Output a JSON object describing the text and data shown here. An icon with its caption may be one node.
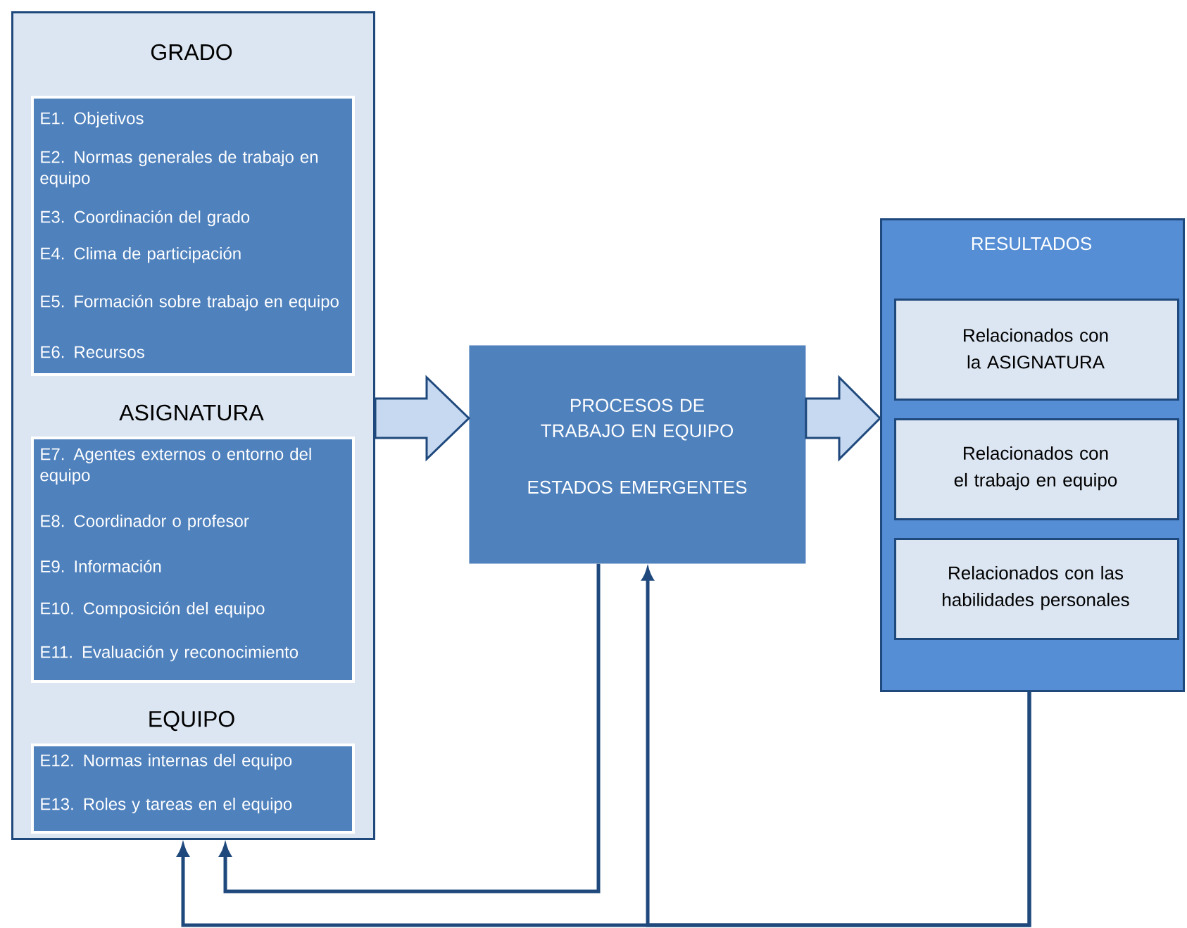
{
  "diagram": {
    "nodes": [
      {
        "text": [],
        "shape": "box"
      },
      {
        "text": [
          "GRADO",
          "E1. Objetivos",
          "E2. Normas generales de trabajo en equipo",
          "E3. Coordinación del grado",
          "E4.  Clima de participación",
          "E5. Formación sobre trabajo en equipo",
          "E6. Recursos"
        ],
        "in": 0
      },
      {
        "text": [
          "ASIGNATURA",
          "E7. Agentes externos o entorno del equipo",
          "E8.  Coordinador o profesor",
          "E9. Información",
          "E10.  Composición del equipo",
          "E11. Evaluación y reconocimiento"
        ],
        "in": 0
      },
      {
        "text": [
          "EQUIPO",
          "E12. Normas internas del equipo",
          "E13. Roles y tareas en el equipo"
        ],
        "in": 0
      },
      {
        "text": [
          "PROCESOS DE TRABAJO EN EQUIPO",
          "ESTADOS EMERGENTES"
        ]
      },
      {
        "text": [
          "RESULTADOS"
        ]
      },
      {
        "text": [
          "Relacionados con la ASIGNATURA"
        ],
        "in": 5
      },
      {
        "text": [
          "Relacionados con el trabajo en equipo"
        ],
        "in": 5
      },
      {
        "text": [
          "Relacionados con las habilidades personales"
        ],
        "in": 5
      }
    ],
    "edges": [
      {
        "from": 0,
        "to": 4,
        "arrow": "to"
      },
      {
        "from": 4,
        "to": 5,
        "arrow": "to"
      },
      {
        "from": 4,
        "to": 0,
        "arrow": "to"
      },
      {
        "from": 5,
        "to": 0,
        "arrow": "to"
      },
      {
        "from": 5,
        "to": 4,
        "arrow": "to"
      }
    ]
  }
}
